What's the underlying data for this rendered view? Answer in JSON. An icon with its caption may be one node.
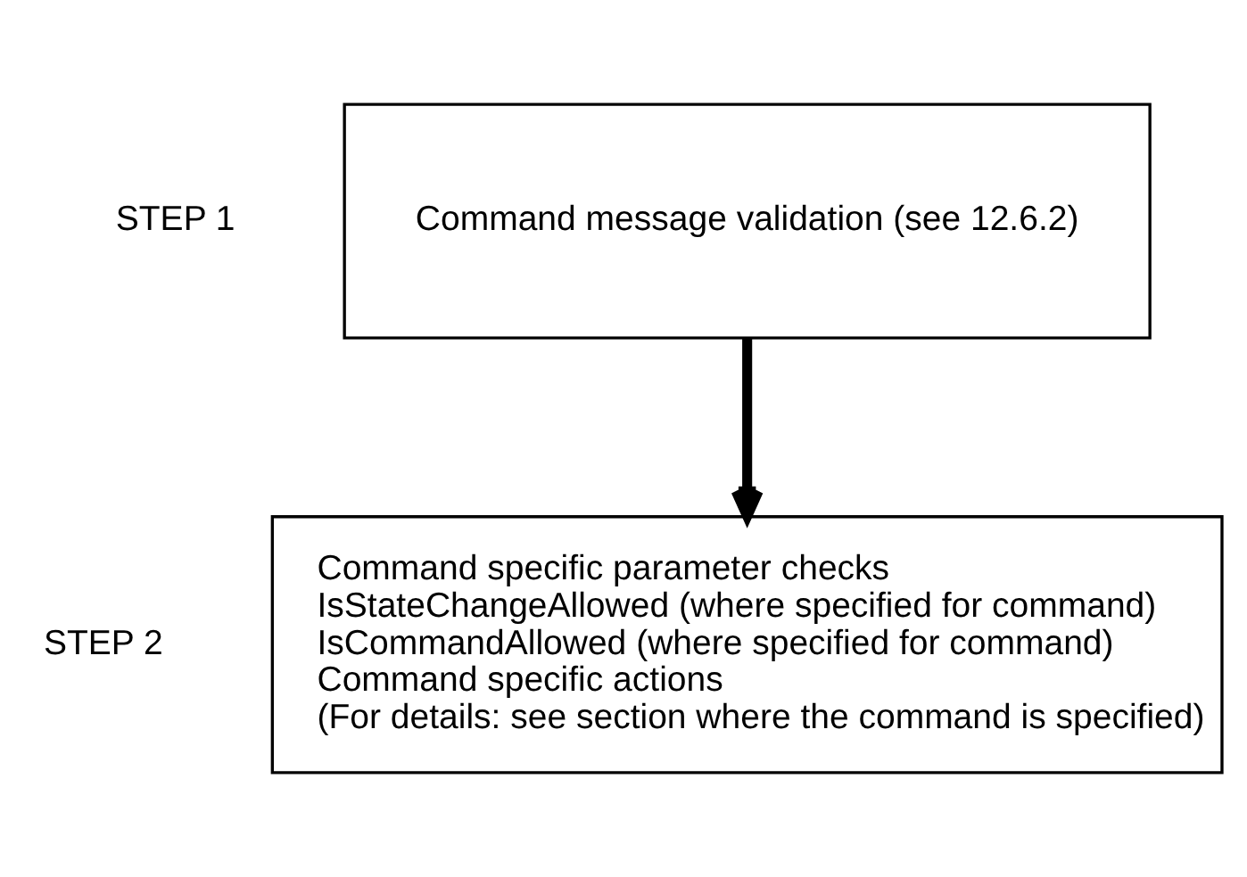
{
  "diagram": {
    "nodes": [
      {
        "text": [
          "Command message validation (see 12.6.2)"
        ],
        "beside": [
          "STEP 1"
        ]
      },
      {
        "text": [
          "Command specific parameter checks",
          "IsStateChangeAllowed (where specified for command)",
          "IsCommandAllowed (where specified for command)",
          "Command specific actions",
          "(For details: see section where the command is specified)"
        ],
        "beside": [
          "STEP 2"
        ]
      }
    ],
    "edges": [
      {
        "from": 0,
        "to": 1,
        "arrow": "to"
      }
    ]
  }
}
